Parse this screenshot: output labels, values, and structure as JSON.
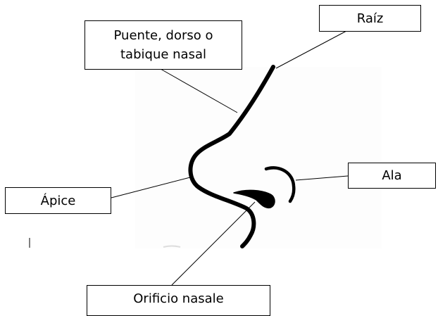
{
  "labels": {
    "raiz": "Raíz",
    "puente": "Puente, dorso o tabique nasal",
    "ala": "Ala",
    "apice": "Ápice",
    "orificio": "Orificio nasale"
  },
  "colors": {
    "ink": "#000000",
    "background": "#ffffff"
  }
}
